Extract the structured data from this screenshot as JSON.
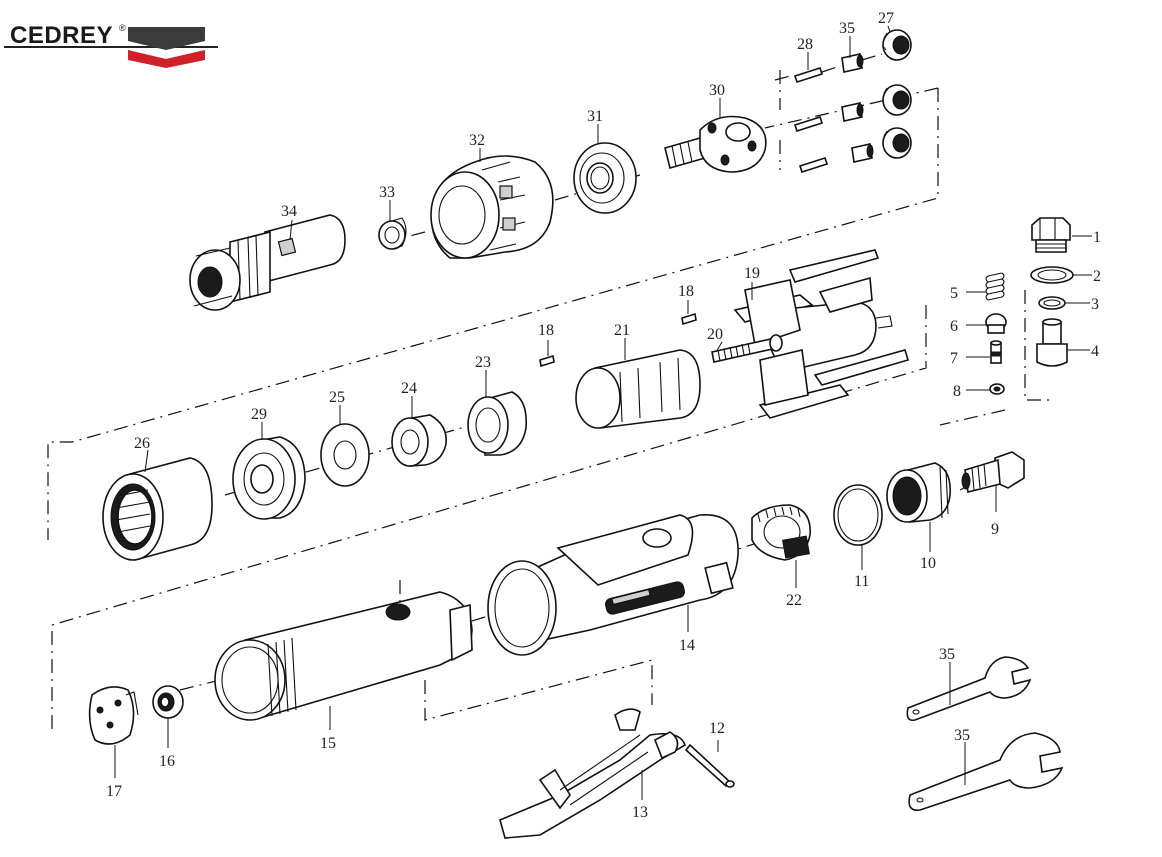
{
  "brand": {
    "name": "CEDREY",
    "mark": "®",
    "colors": {
      "dark": "#3b3b3b",
      "red": "#d0202a"
    }
  },
  "labels": [
    "1",
    "2",
    "3",
    "4",
    "5",
    "6",
    "7",
    "8",
    "9",
    "10",
    "11",
    "12",
    "13",
    "14",
    "15",
    "16",
    "17",
    "18",
    "18",
    "19",
    "20",
    "21",
    "22",
    "23",
    "24",
    "25",
    "26",
    "27",
    "28",
    "29",
    "30",
    "31",
    "32",
    "33",
    "34",
    "35",
    "35",
    "35"
  ]
}
